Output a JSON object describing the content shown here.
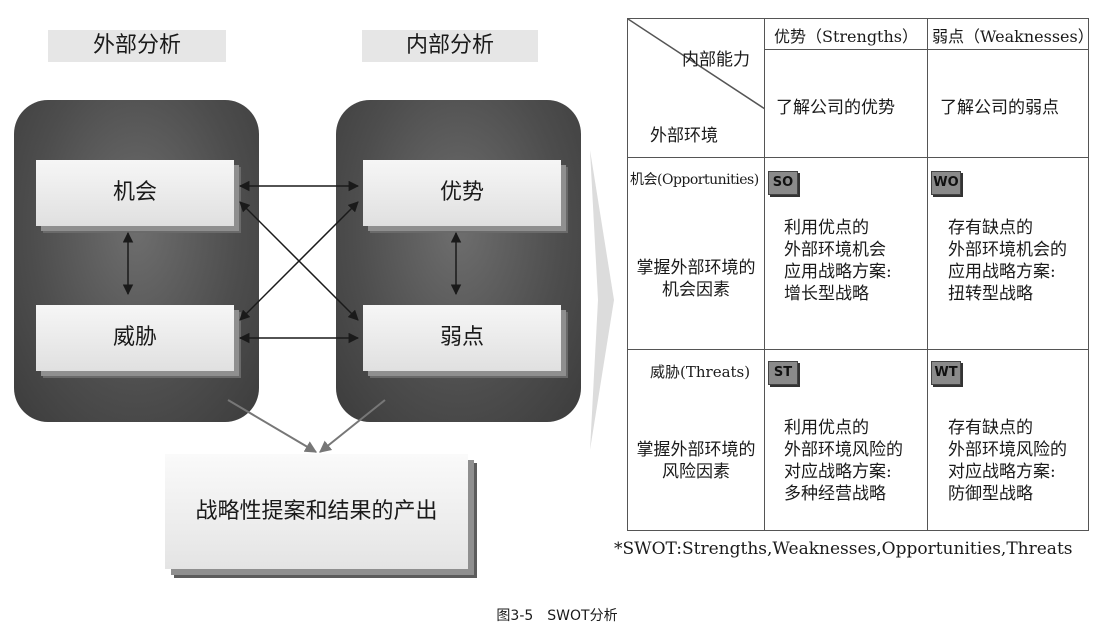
{
  "left": {
    "external_header": "外部分析",
    "internal_header": "内部分析",
    "opportunity": "机会",
    "threat": "威胁",
    "strength": "优势",
    "weakness": "弱点",
    "result": "战略性提案和结果的产出"
  },
  "table": {
    "corner_top": "内部能力",
    "corner_bottom": "外部环境",
    "col_strengths": "优势（Strengths）",
    "col_weaknesses": "弱点（Weaknesses）",
    "strengths_desc": "了解公司的优势",
    "weaknesses_desc": "了解公司的弱点",
    "row_opportunities": "机会(Opportunities)",
    "row_opportunities_desc": "掌握外部环境的\n机会因素",
    "row_threats": "威胁(Threats)",
    "row_threats_desc": "掌握外部环境的\n风险因素",
    "so_tag": "SO",
    "wo_tag": "WO",
    "st_tag": "ST",
    "wt_tag": "WT",
    "so_text": "利用优点的\n外部环境机会\n应用战略方案:\n增长型战略",
    "wo_text": "存有缺点的\n外部环境机会的\n应用战略方案:\n扭转型战略",
    "st_text": "利用优点的\n外部环境风险的\n对应战略方案:\n多种经营战略",
    "wt_text": "存有缺点的\n外部环境风险的\n对应战略方案:\n防御型战略"
  },
  "footnote": "*SWOT:Strengths,Weaknesses,Opportunities,Threats",
  "caption": "图3-5　SWOT分析"
}
